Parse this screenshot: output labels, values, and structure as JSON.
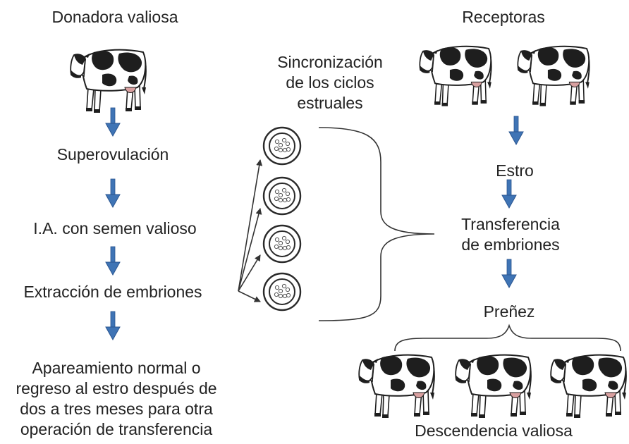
{
  "donor": {
    "title": "Donadora valiosa",
    "steps": [
      "Superovulación",
      "I.A. con semen valioso",
      "Extracción de embriones"
    ],
    "final_lines": [
      "Apareamiento normal o",
      "regreso al estro después de",
      "dos a tres meses para otra",
      "operación de transferencia"
    ]
  },
  "sync": {
    "lines": [
      "Sincronización",
      "de los ciclos",
      "estruales"
    ]
  },
  "recipients": {
    "title": "Receptoras",
    "estro": "Estro",
    "transfer_lines": [
      "Transferencia",
      "de embriones"
    ],
    "pregnancy": "Preñez",
    "offspring": "Descendencia valiosa"
  },
  "colors": {
    "arrow": "#3f74b5",
    "arrow_stroke": "#2a5590",
    "line": "#333333",
    "cow_black": "#1e1e1e",
    "cow_white": "#ffffff",
    "udder": "#d9a0a0",
    "embryo_ring": "#2a2a2a"
  }
}
